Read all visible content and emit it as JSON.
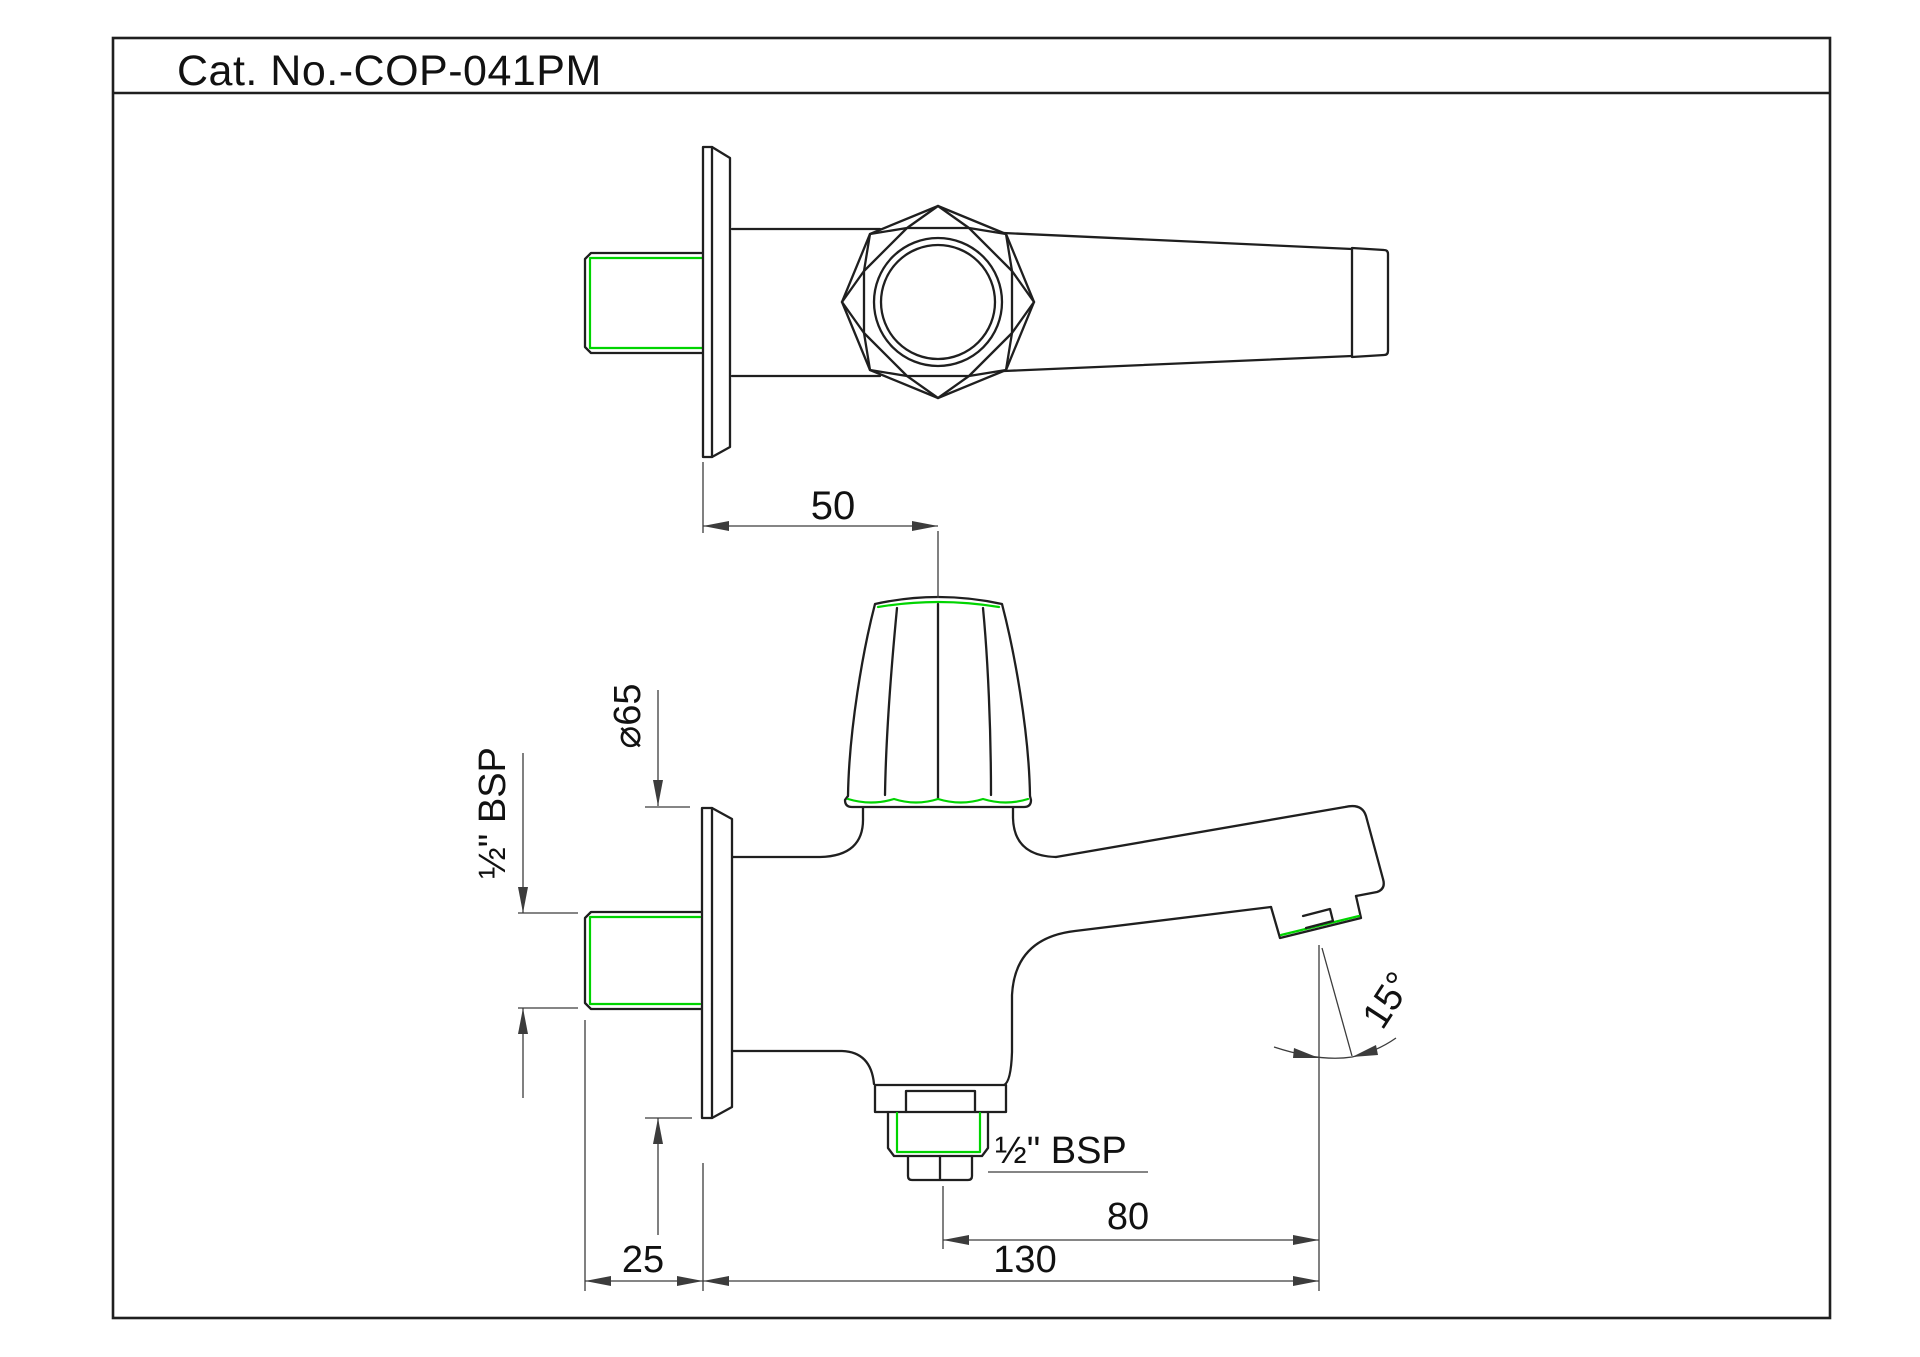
{
  "title": {
    "label": "Cat. No.-COP-041PM"
  },
  "drawing": {
    "type": "engineering-drawing",
    "subject": "bib-cock-tap",
    "views": [
      {
        "id": "top-view",
        "description": "plan view of tap with wall flange, threaded inlet, octagonal handle and tapering spout"
      },
      {
        "id": "front-view",
        "description": "front elevation with fluted knob, wall flange, threaded inlet, body, angled spout outlet and bottom outlet thread"
      }
    ]
  },
  "dimensions": {
    "handle_offset": "50",
    "flange_diameter": "⌀65",
    "inlet_thread": "½\" BSP",
    "outlet_angle": "15°",
    "outlet_thread": "½\" BSP",
    "outlet_spacing": "80",
    "wall_to_outlet": "130",
    "inlet_projection": "25"
  },
  "colors": {
    "background": "#ffffff",
    "outline": "#1f1f1f",
    "accent_green": "#00d400",
    "dimension_lines": "#3c3c3c",
    "text": "#111111"
  }
}
